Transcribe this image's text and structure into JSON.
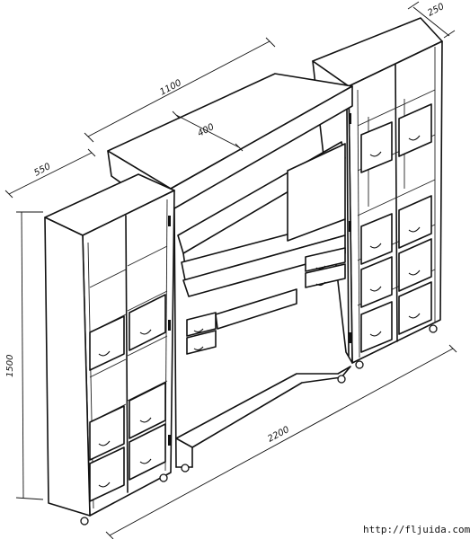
{
  "dimensions": {
    "depth_right": "250",
    "width_middle": "1100",
    "depth_middle": "400",
    "depth_left": "550",
    "height": "1500",
    "total_width": "2200"
  },
  "watermark": "http://fljuida.com"
}
